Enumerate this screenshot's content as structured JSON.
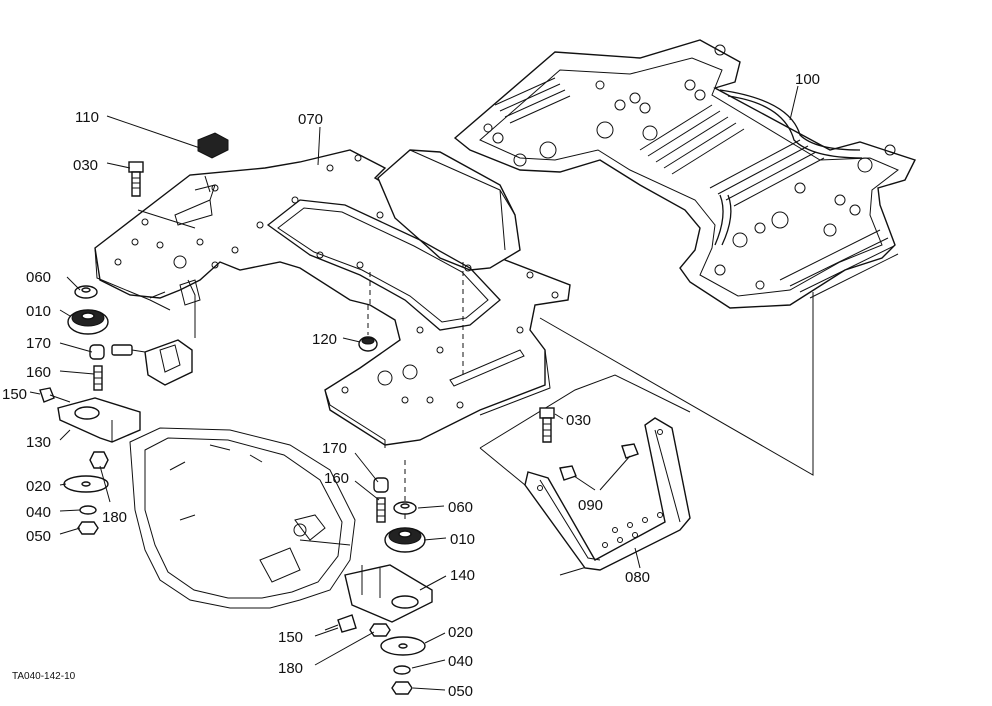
{
  "labels": {
    "p100": "100",
    "p110": "110",
    "p070": "070",
    "p030a": "030",
    "p060a": "060",
    "p010a": "010",
    "p170a": "170",
    "p160a": "160",
    "p150a": "150",
    "p130": "130",
    "p020a": "020",
    "p040a": "040",
    "p050a": "050",
    "p180a": "180",
    "p120": "120",
    "p030b": "030",
    "p170b": "170",
    "p160b": "160",
    "p060b": "060",
    "p010b": "010",
    "p140": "140",
    "p090": "090",
    "p080": "080",
    "p150b": "150",
    "p020b": "020",
    "p180b": "180",
    "p040b": "040",
    "p050b": "050"
  },
  "reference_code": "TA040-142-10"
}
